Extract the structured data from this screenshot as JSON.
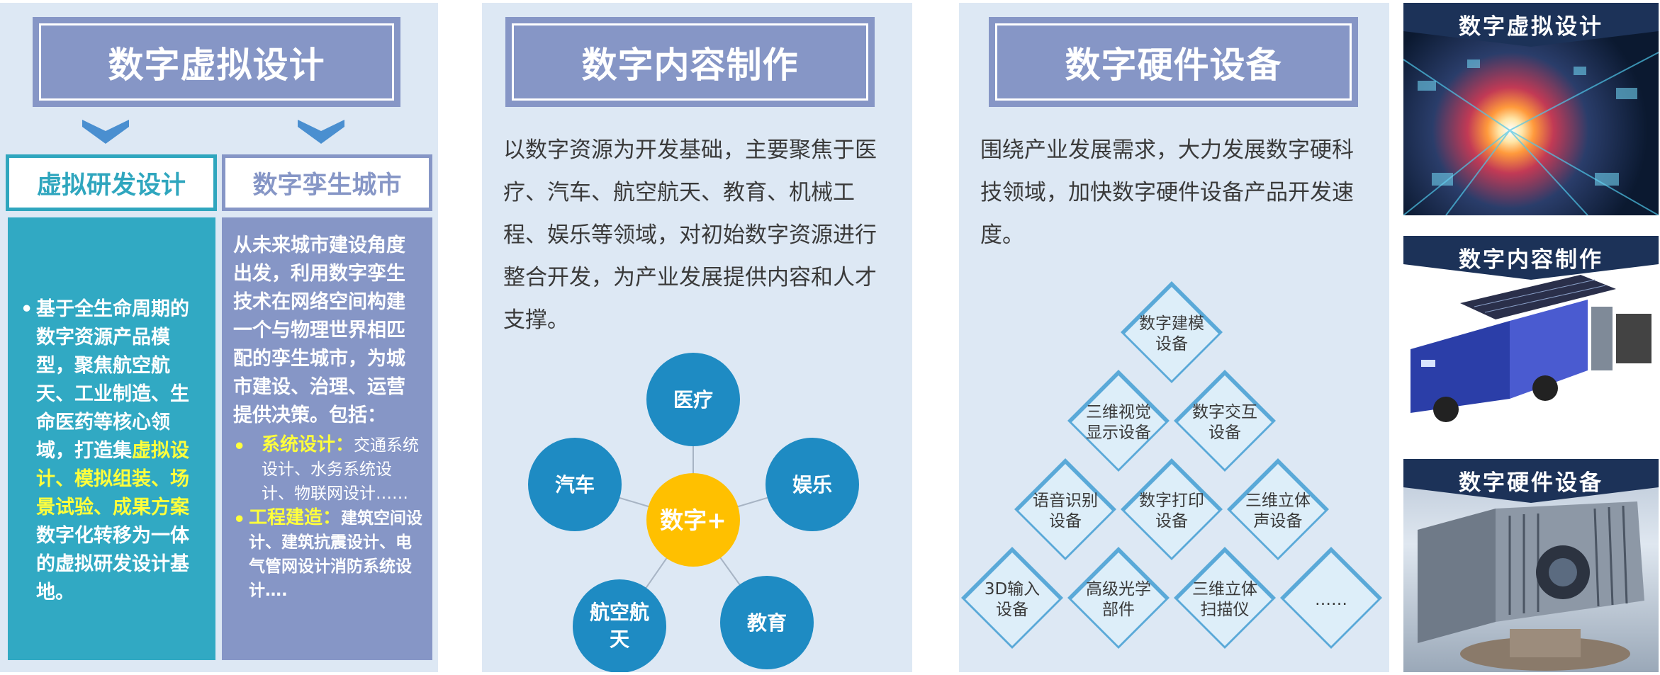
{
  "panel1": {
    "title": "数字虚拟设计",
    "sub_left": "虚拟研发设计",
    "sub_right": "数字孪生城市",
    "left_bullet": "•",
    "left_text_a": "基于全生命周期的数字资源产品模型，聚焦航空航天、工业制造、生命医药等核心领域，打造集",
    "left_text_highlight": "虚拟设计、模拟组装、场景试验、成果方案",
    "left_text_b": "数字化转移为一体的虚拟研发设计基地。",
    "right_intro": "从未来城市建设角度出发，利用数字孪生技术在网络空间构建一个与物理世界相匹配的孪生城市，为城市建设、治理、运营提供决策。包括：",
    "right_item1_label": "系统设计：",
    "right_item1_text": "交通系统设计、水务系统设计、物联网设计……",
    "right_item2_label": "工程建造：",
    "right_item2_text": "建筑空间设计、建筑抗震设计、电气管网设计消防系统设计….",
    "bullet": "•"
  },
  "panel2": {
    "title": "数字内容制作",
    "description": "以数字资源为开发基础，主要聚焦于医疗、汽车、航空航天、教育、机械工程、娱乐等领域，对初始数字资源进行整合开发，为产业发展提供内容和人才支撑。",
    "center_label": "数字+",
    "nodes": [
      "医疗",
      "娱乐",
      "教育",
      "航空航",
      "天",
      "汽车"
    ],
    "colors": {
      "node": "#1e8bc3",
      "center": "#ffc000"
    }
  },
  "panel3": {
    "title": "数字硬件设备",
    "description": "围绕产业发展需求，大力发展数字硬科技领域，加快数字硬件设备产品开发速度。",
    "diamonds": [
      [
        "数字建模",
        "设备"
      ],
      [
        "三维视觉",
        "显示设备"
      ],
      [
        "数字交互",
        "设备"
      ],
      [
        "语音识别",
        "设备"
      ],
      [
        "数字打印",
        "设备"
      ],
      [
        "三维立体",
        "声设备"
      ],
      [
        "3D输入",
        "设备"
      ],
      [
        "高级光学",
        "部件"
      ],
      [
        "三维立体",
        "扫描仪"
      ],
      [
        "……",
        ""
      ]
    ]
  },
  "side": {
    "img1_title": "数字虚拟设计",
    "img2_title": "数字内容制作",
    "img3_title": "数字硬件设备"
  }
}
